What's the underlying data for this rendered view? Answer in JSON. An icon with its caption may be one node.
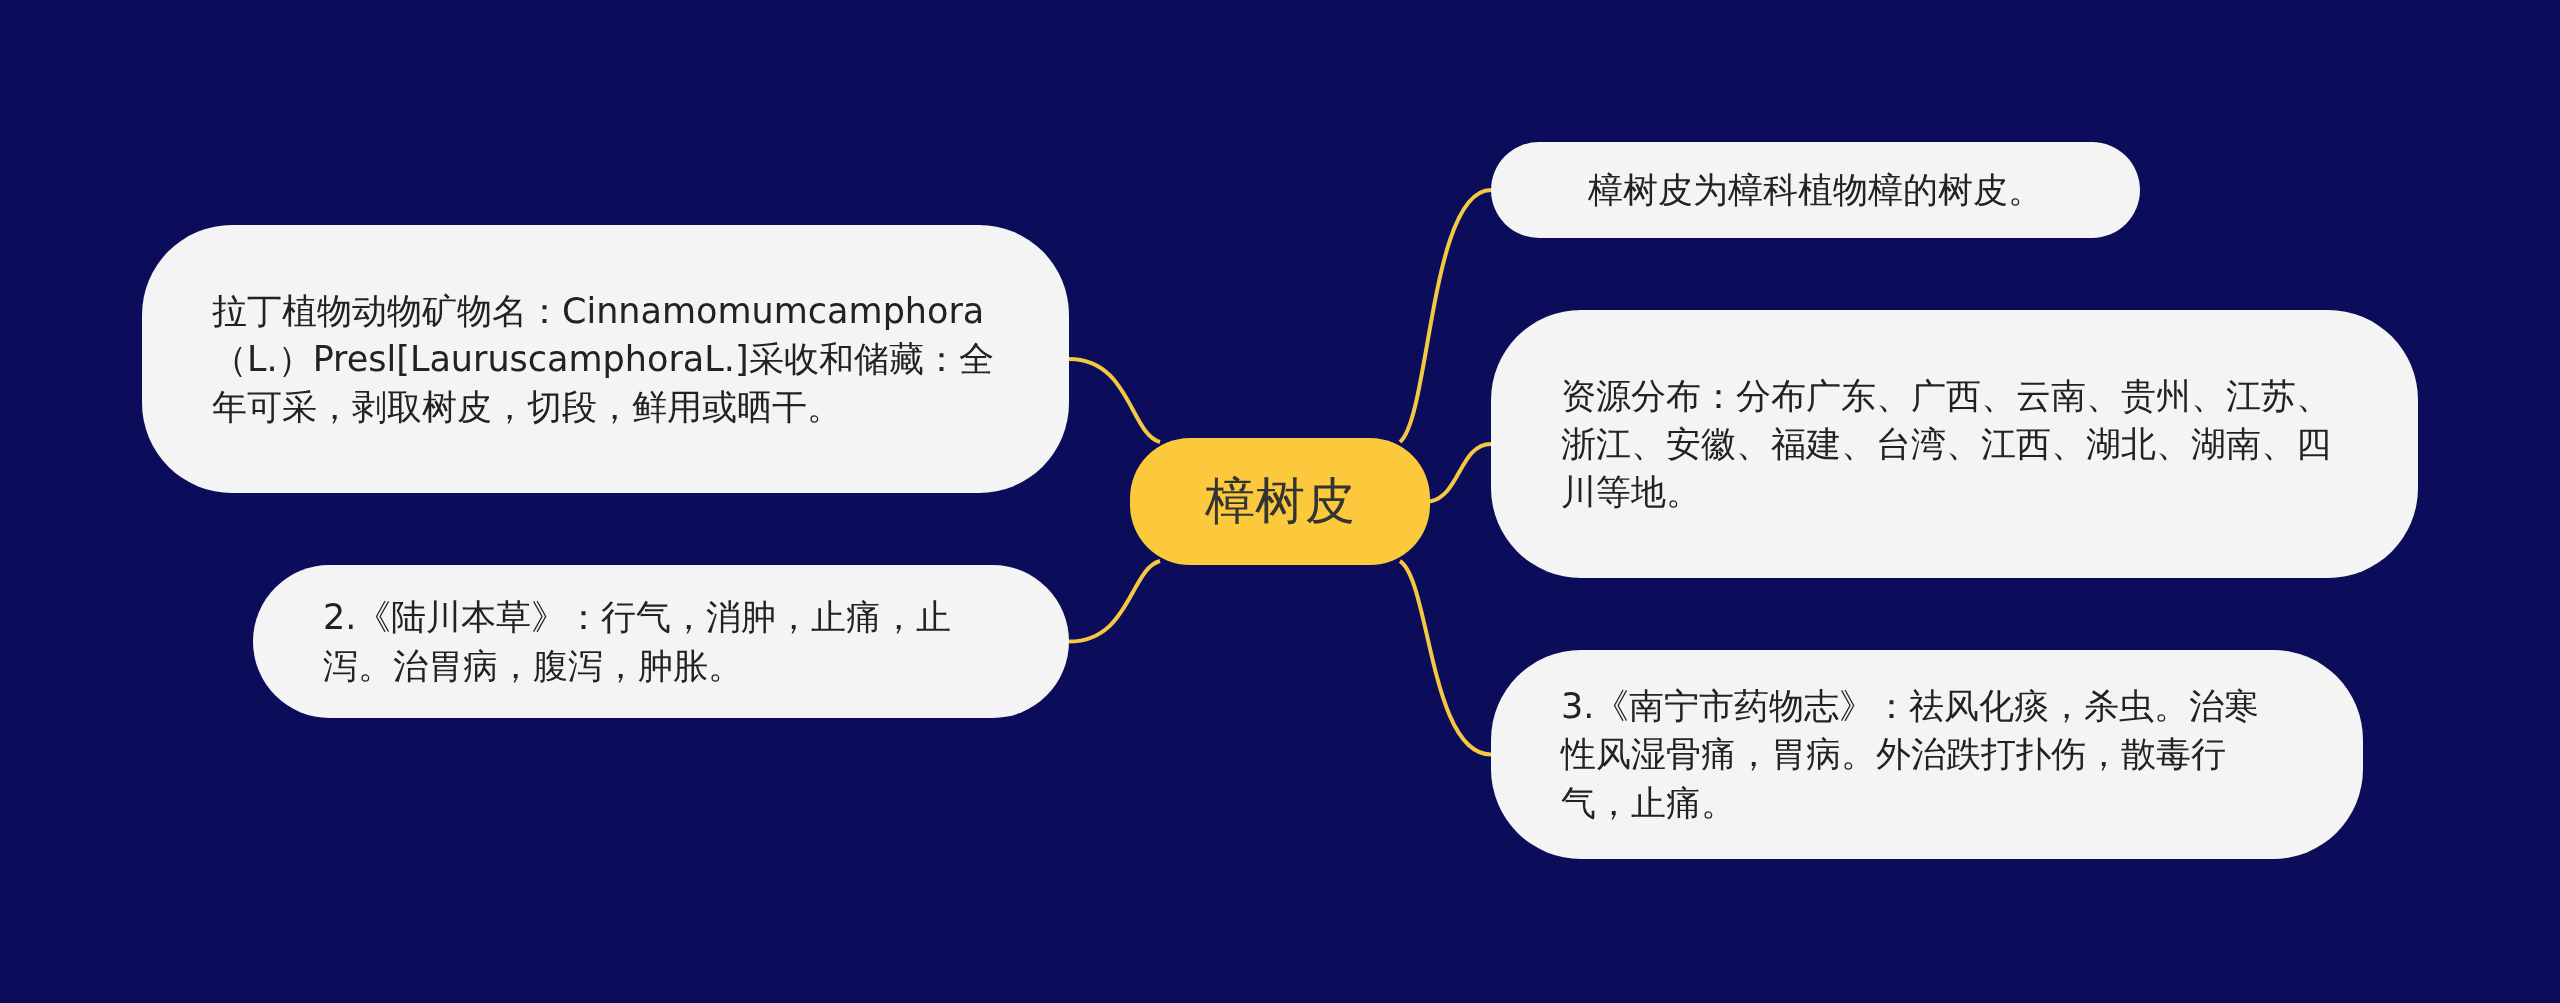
{
  "diagram": {
    "nodes": [
      {
        "text": [
          "樟树皮"
        ]
      },
      {
        "text": [
          "樟树皮为樟科植物樟的树皮。"
        ]
      },
      {
        "text": [
          "资源分布：分布广东、广西、云南、贵州、江苏、浙江、安徽、福建、台湾、江西、湖北、湖南、四川等地。"
        ]
      },
      {
        "text": [
          "3.《南宁市药物志》：祛风化痰，杀虫。治寒性风湿骨痛，胃病。外治跌打扑伤，散毒行气，止痛。"
        ]
      },
      {
        "text": [
          "拉丁植物动物矿物名：Cinnamomumcamphora（L.）Presl[LauruscamphoraL.]采收和储藏：全年可采，剥取树皮，切段，鲜用或晒干。"
        ]
      },
      {
        "text": [
          "2.《陆川本草》：行气，消肿，止痛，止泻。治胃病，腹泻，肿胀。"
        ]
      }
    ],
    "edges": [
      {
        "from": 0,
        "to": 1,
        "arrow": "none"
      },
      {
        "from": 0,
        "to": 2,
        "arrow": "none"
      },
      {
        "from": 0,
        "to": 3,
        "arrow": "none"
      },
      {
        "from": 0,
        "to": 4,
        "arrow": "none"
      },
      {
        "from": 0,
        "to": 5,
        "arrow": "none"
      }
    ]
  }
}
